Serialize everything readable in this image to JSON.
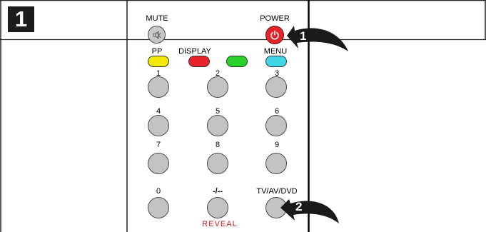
{
  "step_badge": "1",
  "labels": {
    "mute": "MUTE",
    "power": "POWER",
    "pp": "PP",
    "display": "DISPLAY",
    "menu": "MENU",
    "n1": "1",
    "n2": "2",
    "n3": "3",
    "n4": "4",
    "n5": "5",
    "n6": "6",
    "n7": "7",
    "n8": "8",
    "n9": "9",
    "n0": "0",
    "dash": "-/--",
    "tvavdvd": "TV/AV/DVD",
    "reveal": "REVEAL"
  },
  "callouts": {
    "first": "1",
    "second": "2"
  },
  "colors": {
    "yellow": "#f2e800",
    "red": "#e8222a",
    "green": "#2bd12b",
    "cyan": "#3fd6e6",
    "reveal_text": "#d0201a"
  },
  "icons": {
    "mute": "mute-speaker-icon",
    "power": "power-icon"
  }
}
